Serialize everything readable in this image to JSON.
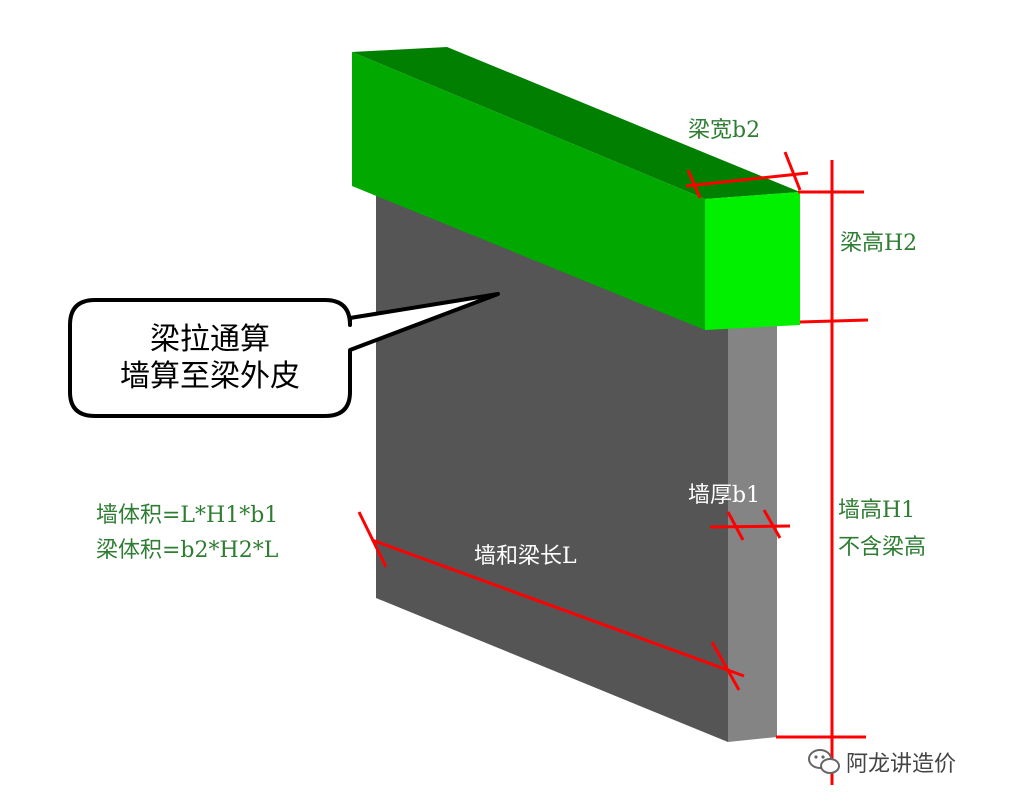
{
  "labels": {
    "beam_width": "梁宽b2",
    "beam_height": "梁高H2",
    "wall_thickness": "墙厚b1",
    "wall_height_line1": "墙高H1",
    "wall_height_line2": "不含梁高",
    "length": "墙和梁长L",
    "wall_volume": "墙体积=L*H1*b1",
    "beam_volume": "梁体积=b2*H2*L"
  },
  "callout": {
    "line1": "梁拉通算",
    "line2": "墙算至梁外皮"
  },
  "watermark": {
    "text": "阿龙讲造价",
    "icon": "wechat-icon"
  },
  "colors": {
    "beam_front": "#00a800",
    "beam_top": "#007f00",
    "beam_end": "#00f000",
    "wall_front": "#555555",
    "wall_side": "#848484",
    "dimension": "#ff0000",
    "label_green": "#2e7d32"
  }
}
